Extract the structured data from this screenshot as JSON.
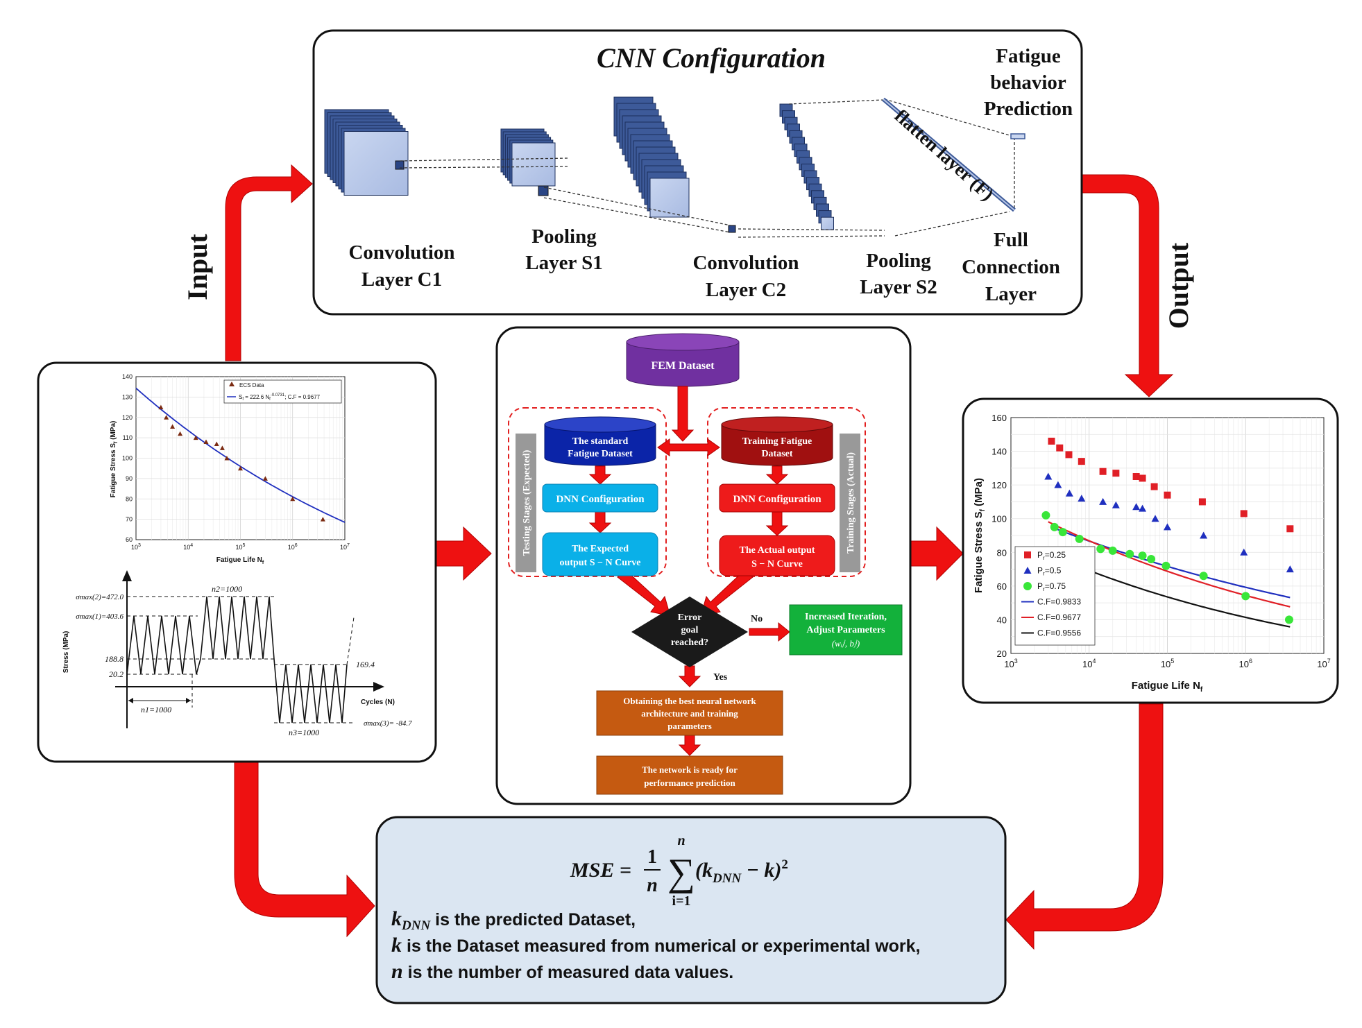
{
  "flow": {
    "input_label": "Input",
    "output_label": "Output"
  },
  "cnn": {
    "title": "CNN Configuration",
    "layers": [
      {
        "line1": "Convolution",
        "line2": "Layer C1"
      },
      {
        "line1": "Pooling",
        "line2": "Layer S1"
      },
      {
        "line1": "Convolution",
        "line2": "Layer C2"
      },
      {
        "line1": "Pooling",
        "line2": "Layer S2"
      },
      {
        "line1": "Full",
        "line2": "Connection",
        "line3": "Layer"
      }
    ],
    "flatten_label": "flatten layer (F)",
    "prediction": {
      "line1": "Fatigue",
      "line2": "behavior",
      "line3": "Prediction"
    }
  },
  "sn_chart": {
    "legend": [
      "ECS Data",
      "S",
      "f",
      " = 222.6 N",
      "f",
      "-0.0731",
      "; C.F = 0.9677"
    ],
    "ylabel_main": "Fatigue Stress S",
    "ylabel_sub": "f",
    "ylabel_tail": " (MPa)",
    "xlabel_main": "Fatigue Life N",
    "xlabel_sub": "f",
    "yticks": [
      "140",
      "130",
      "120",
      "110",
      "100",
      "90",
      "80",
      "70",
      "60"
    ],
    "xticks": [
      {
        "b": "10",
        "e": "3"
      },
      {
        "b": "10",
        "e": "4"
      },
      {
        "b": "10",
        "e": "5"
      },
      {
        "b": "10",
        "e": "6"
      },
      {
        "b": "10",
        "e": "7"
      }
    ],
    "fit": {
      "a": 222.6,
      "b": -0.0731,
      "cf": 0.9677
    },
    "points": [
      [
        3000,
        125
      ],
      [
        3800,
        120
      ],
      [
        5000,
        115.5
      ],
      [
        7000,
        112
      ],
      [
        14000,
        110
      ],
      [
        22000,
        108
      ],
      [
        35000,
        107
      ],
      [
        45000,
        105
      ],
      [
        55000,
        100
      ],
      [
        100000,
        95
      ],
      [
        300000,
        90
      ],
      [
        1000000,
        80
      ],
      [
        3800000,
        70
      ]
    ],
    "ylim": [
      60,
      140
    ],
    "xlim_log10": [
      3,
      7
    ]
  },
  "load_chart": {
    "ylabel": "Stress (MPa)",
    "xlabel": "Cycles (N)",
    "levels": [
      "σmax(2)=472.0",
      "σmax(1)=403.6",
      "188.8",
      "20.2",
      "169.4",
      "σmax(3)= -84.7"
    ],
    "cycles": [
      "n1=1000",
      "n2=1000",
      "n3=1000"
    ]
  },
  "flowchart": {
    "fem": "FEM Dataset",
    "std_dataset": [
      "The standard",
      "Fatigue Dataset"
    ],
    "train_dataset": [
      "Training Fatigue",
      "Dataset"
    ],
    "dnn_left": "DNN Configuration",
    "dnn_right": "DNN Configuration",
    "expected": [
      "The Expected",
      "output S − N Curve"
    ],
    "actual": [
      "The Actual output",
      "S − N Curve"
    ],
    "testing_stage": "Testing Stages (Expected)",
    "training_stage": "Training Stages (Actual)",
    "decision": [
      "Error",
      "goal",
      "reached?"
    ],
    "no": "No",
    "yes": "Yes",
    "iteration": [
      "Increased Iteration,",
      "Adjust Parameters",
      "(wᵢⱼˡ, bⱼˡ)"
    ],
    "best": [
      "Obtaining the best neural network",
      "architecture and training",
      "parameters"
    ],
    "ready": [
      "The network is ready for",
      "performance prediction"
    ]
  },
  "out_chart": {
    "ylabel_main": "Fatigue Stress S",
    "ylabel_sub": "f",
    "ylabel_tail": " (MPa)",
    "xlabel_main": "Fatigue Life N",
    "xlabel_sub": "f",
    "yticks": [
      "160",
      "140",
      "120",
      "100",
      "80",
      "60",
      "40",
      "20"
    ],
    "xticks": [
      {
        "b": "10",
        "e": "3"
      },
      {
        "b": "10",
        "e": "4"
      },
      {
        "b": "10",
        "e": "5"
      },
      {
        "b": "10",
        "e": "6"
      },
      {
        "b": "10",
        "e": "7"
      }
    ],
    "ylim": [
      20,
      160
    ],
    "xlim_log10": [
      3,
      7
    ],
    "legend": [
      {
        "marker": "square",
        "color": "#e01f26",
        "text": "P",
        "sub": "r",
        "tail": "=0.25"
      },
      {
        "marker": "triangle",
        "color": "#1f2fbf",
        "text": "P",
        "sub": "r",
        "tail": "=0.5"
      },
      {
        "marker": "circle",
        "color": "#39e639",
        "text": "P",
        "sub": "r",
        "tail": "=0.75"
      },
      {
        "marker": "line",
        "color": "#1f2fbf",
        "text": "C.F=0.9833"
      },
      {
        "marker": "line",
        "color": "#e01f26",
        "text": "C.F=0.9677"
      },
      {
        "marker": "line",
        "color": "#111111",
        "text": "C.F=0.9556"
      }
    ],
    "series": [
      {
        "marker": "square",
        "color": "#e01f26",
        "points": [
          [
            3300,
            146
          ],
          [
            4200,
            142
          ],
          [
            5500,
            138
          ],
          [
            8000,
            134
          ],
          [
            15000,
            128
          ],
          [
            22000,
            127
          ],
          [
            40000,
            125
          ],
          [
            48000,
            124
          ],
          [
            68000,
            119
          ],
          [
            100000,
            114
          ],
          [
            280000,
            110
          ],
          [
            950000,
            103
          ],
          [
            3700000,
            94
          ]
        ]
      },
      {
        "marker": "triangle",
        "color": "#1f2fbf",
        "points": [
          [
            3000,
            125
          ],
          [
            4000,
            120
          ],
          [
            5600,
            115
          ],
          [
            8000,
            112
          ],
          [
            15000,
            110
          ],
          [
            22000,
            108
          ],
          [
            40000,
            107
          ],
          [
            48000,
            106
          ],
          [
            70000,
            100
          ],
          [
            100000,
            95
          ],
          [
            290000,
            90
          ],
          [
            950000,
            80
          ],
          [
            3700000,
            70
          ]
        ]
      },
      {
        "marker": "circle",
        "color": "#39e639",
        "points": [
          [
            2800,
            102
          ],
          [
            3600,
            95
          ],
          [
            4600,
            92
          ],
          [
            7500,
            88
          ],
          [
            14000,
            82
          ],
          [
            20000,
            81
          ],
          [
            33000,
            79
          ],
          [
            48000,
            78
          ],
          [
            62000,
            76
          ],
          [
            96000,
            72
          ],
          [
            290000,
            66
          ],
          [
            1000000,
            54
          ],
          [
            3600000,
            40
          ]
        ]
      }
    ],
    "curves": [
      {
        "color": "#1f2fbf",
        "a": 185.5,
        "b": -0.0826,
        "from": 3300,
        "to": 3700000
      },
      {
        "color": "#e01f26",
        "a": 221.0,
        "b": -0.1014,
        "from": 3000,
        "to": 3700000
      },
      {
        "color": "#111111",
        "a": 193.5,
        "b": -0.1116,
        "from": 2800,
        "to": 3700000
      }
    ]
  },
  "mse": {
    "formula": "MSE = 1/n Σ (k_DNN − k)²",
    "lhs": "MSE =",
    "frac_num": "1",
    "frac_den": "n",
    "sum_top": "n",
    "sum_bottom": "i=1",
    "paren": "(k",
    "paren_sub": "DNN",
    "paren_tail": " − k)",
    "sq": "2",
    "lines": [
      {
        "var": "k",
        "sub": "DNN",
        "text": " is the predicted Dataset,"
      },
      {
        "var": "k",
        "sub": "",
        "text": " is the Dataset measured from numerical or experimental work,"
      },
      {
        "var": "n",
        "sub": "",
        "text": " is the number of measured data values."
      }
    ]
  },
  "colors": {
    "arrow": "#ee1111",
    "cnn_dark": "#3d5a99",
    "cnn_light": "#b9c8e8",
    "purple": "#7030a0",
    "navy": "#0b24a8",
    "cyan": "#0ab0e8",
    "darkred": "#a01010",
    "red": "#ee1b1b",
    "green": "#13b13b",
    "orange": "#c55a11",
    "grey": "#999999",
    "mse_bg": "#dbe6f2"
  }
}
